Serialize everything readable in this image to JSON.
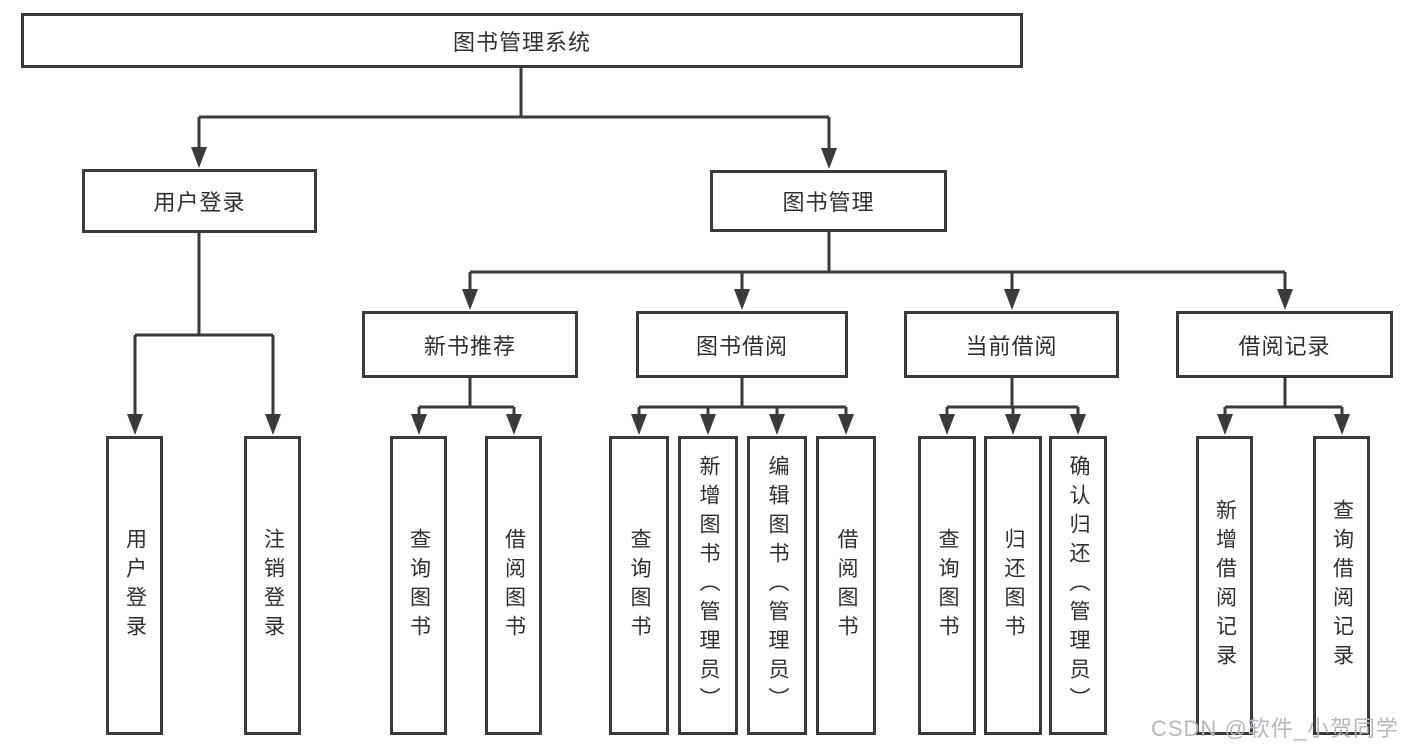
{
  "diagram": {
    "type": "tree",
    "title": "图书管理系统",
    "root": {
      "label": "图书管理系统"
    },
    "level2": [
      {
        "id": "user-login",
        "label": "用户登录"
      },
      {
        "id": "book-management",
        "label": "图书管理"
      }
    ],
    "level3": [
      {
        "id": "new-book-recommend",
        "label": "新书推荐",
        "parent": "图书管理"
      },
      {
        "id": "book-borrowing",
        "label": "图书借阅",
        "parent": "图书管理"
      },
      {
        "id": "current-borrowing",
        "label": "当前借阅",
        "parent": "图书管理"
      },
      {
        "id": "borrowing-records",
        "label": "借阅记录",
        "parent": "图书管理"
      }
    ],
    "level4": [
      {
        "parent": "用户登录",
        "children": [
          "用户登录",
          "注销登录"
        ]
      },
      {
        "parent": "新书推荐",
        "children": [
          "查询图书",
          "借阅图书"
        ]
      },
      {
        "parent": "图书借阅",
        "children": [
          "查询图书",
          "新增图书（管理员）",
          "编辑图书（管理员）",
          "借阅图书"
        ]
      },
      {
        "parent": "当前借阅",
        "children": [
          "查询图书",
          "归还图书",
          "确认归还（管理员）"
        ]
      },
      {
        "parent": "借阅记录",
        "children": [
          "新增借阅记录",
          "查询借阅记录"
        ]
      }
    ],
    "watermark": "CSDN @软件_小贺同学",
    "colors": {
      "line": "#3a3a3a",
      "text": "#2f2f2f",
      "background": "#ffffff",
      "watermark": "#b4b7bd"
    }
  }
}
